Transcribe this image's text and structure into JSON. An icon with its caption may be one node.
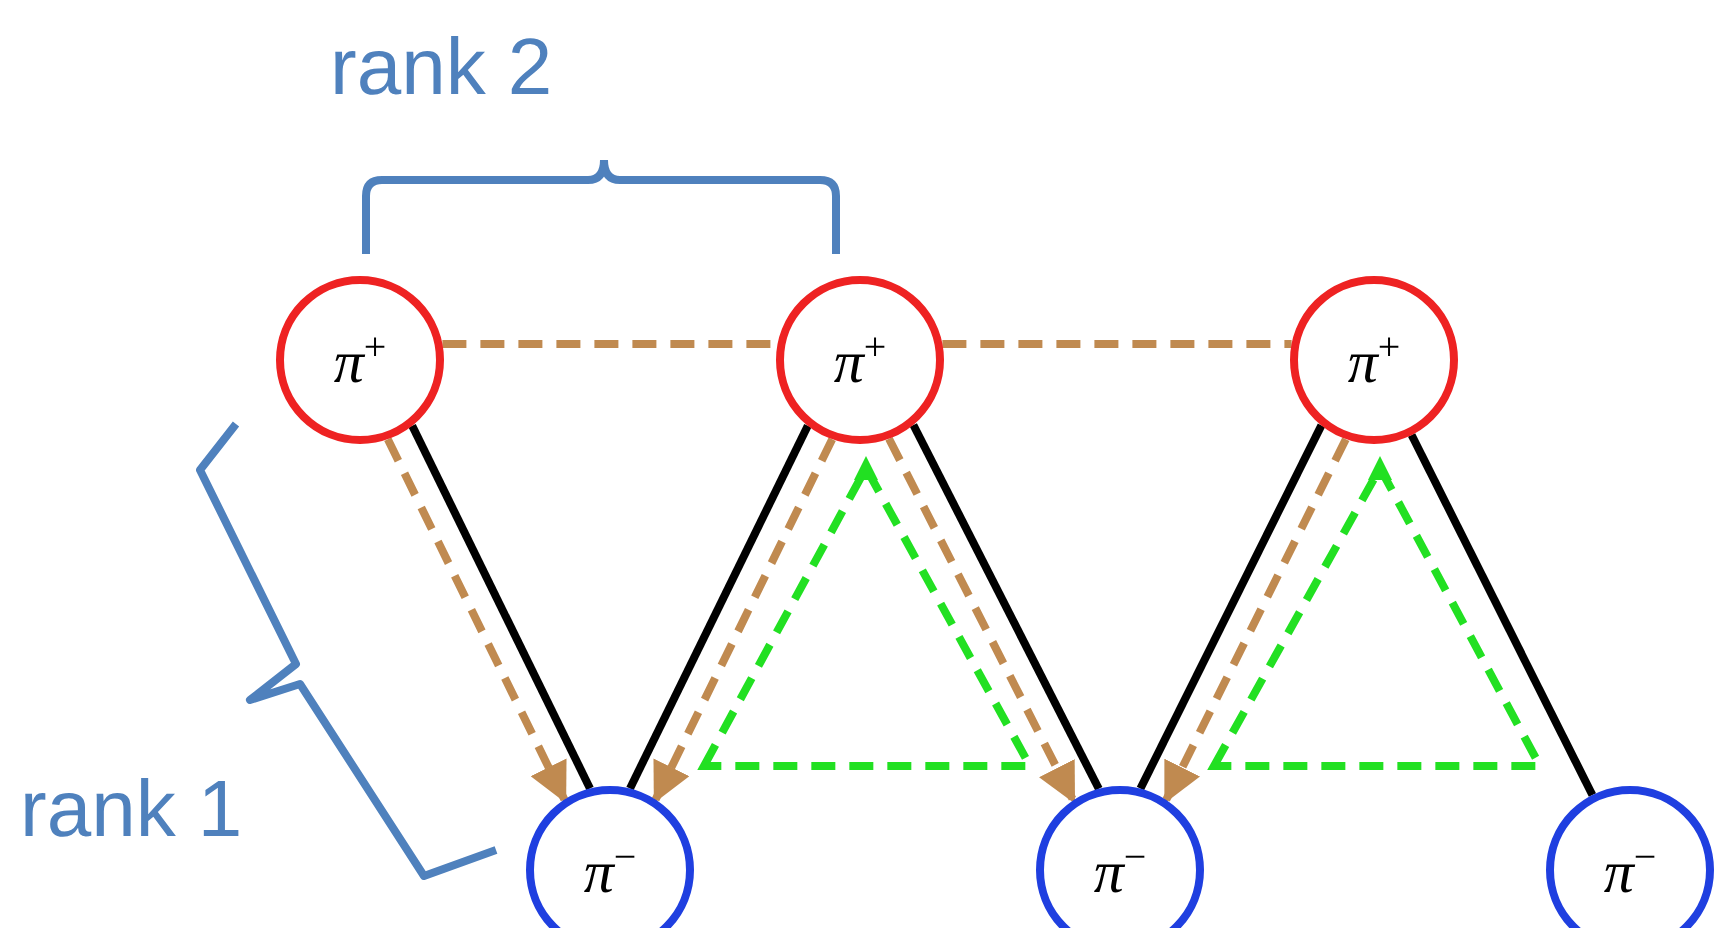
{
  "diagram": {
    "nodes": [
      {
        "text": [
          "π$^{+}$"
        ]
      },
      {
        "text": [
          "π$^{+}$"
        ]
      },
      {
        "text": [
          "π$^{+}$"
        ]
      },
      {
        "text": [
          "π$^{−}$"
        ]
      },
      {
        "text": [
          "π$^{−}$"
        ]
      },
      {
        "text": [
          "π$^{−}$"
        ]
      }
    ],
    "edges": [
      {
        "from": 0,
        "to": 3,
        "arrow": "none",
        "color": "#000000"
      },
      {
        "from": 1,
        "to": 3,
        "arrow": "none",
        "color": "#000000"
      },
      {
        "from": 1,
        "to": 4,
        "arrow": "none",
        "color": "#000000"
      },
      {
        "from": 2,
        "to": 4,
        "arrow": "none",
        "color": "#000000"
      },
      {
        "from": 2,
        "to": 5,
        "arrow": "none",
        "color": "#000000"
      },
      {
        "from": 0,
        "to": 1,
        "arrow": "none",
        "style": "dashed",
        "color": "#c08a50"
      },
      {
        "from": 1,
        "to": 2,
        "arrow": "none",
        "style": "dashed",
        "color": "#c08a50"
      },
      {
        "from": 0,
        "to": 3,
        "arrow": "to",
        "style": "dashed",
        "color": "#c08a50"
      },
      {
        "from": 1,
        "to": 3,
        "arrow": "to",
        "style": "dashed",
        "color": "#c08a50"
      },
      {
        "from": 1,
        "to": 4,
        "arrow": "to",
        "style": "dashed",
        "color": "#c08a50"
      },
      {
        "from": 2,
        "to": 4,
        "arrow": "to",
        "style": "dashed",
        "color": "#c08a50"
      }
    ],
    "labels": [
      "rank 2",
      "rank 1"
    ]
  }
}
